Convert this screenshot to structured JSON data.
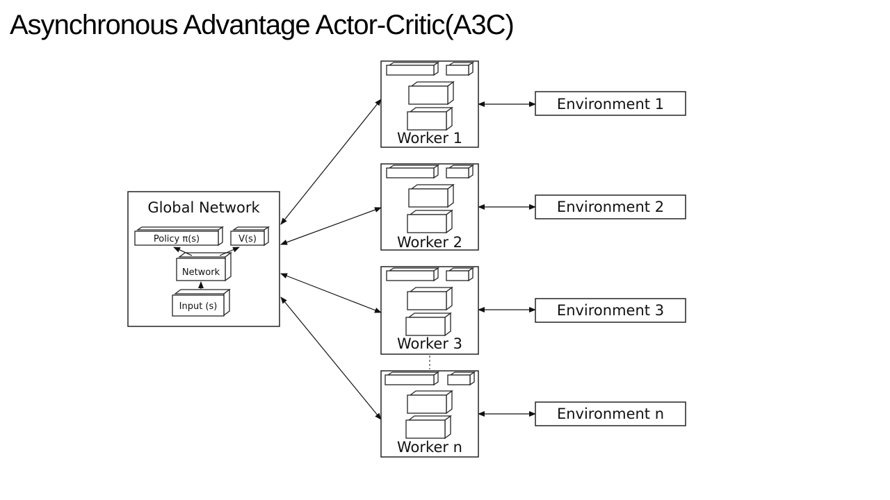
{
  "title": "Asynchronous Advantage Actor-Critic(A3C)",
  "global_network": {
    "label": "Global Network",
    "policy_label": "Policy π(s)",
    "value_label": "V(s)",
    "network_label": "Network",
    "input_label": "Input (s)"
  },
  "workers": [
    {
      "label": "Worker 1",
      "environment": "Environment 1"
    },
    {
      "label": "Worker 2",
      "environment": "Environment 2"
    },
    {
      "label": "Worker 3",
      "environment": "Environment 3"
    },
    {
      "label": "Worker n",
      "environment": "Environment n"
    }
  ],
  "edges": [
    {
      "from": "Global Network",
      "to": "Worker 1",
      "direction": "both"
    },
    {
      "from": "Global Network",
      "to": "Worker 2",
      "direction": "both"
    },
    {
      "from": "Global Network",
      "to": "Worker 3",
      "direction": "both"
    },
    {
      "from": "Global Network",
      "to": "Worker n",
      "direction": "both"
    },
    {
      "from": "Worker 1",
      "to": "Environment 1",
      "direction": "both"
    },
    {
      "from": "Worker 2",
      "to": "Environment 2",
      "direction": "both"
    },
    {
      "from": "Worker 3",
      "to": "Environment 3",
      "direction": "both"
    },
    {
      "from": "Worker n",
      "to": "Environment n",
      "direction": "both"
    }
  ]
}
